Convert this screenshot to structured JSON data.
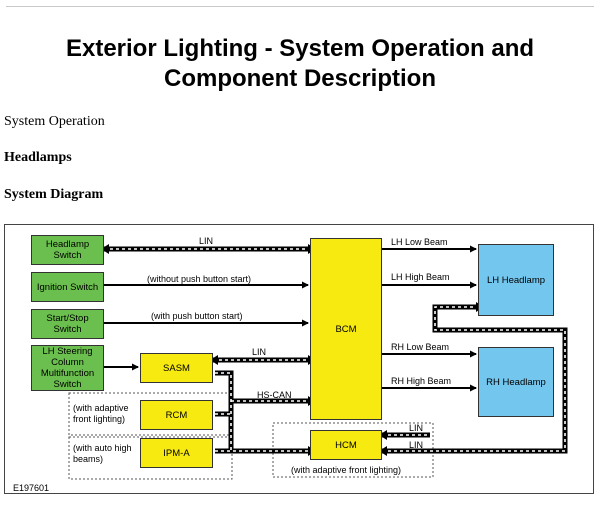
{
  "document": {
    "title_line1": "Exterior Lighting - System Operation and",
    "title_line2": "Component Description",
    "section": "System Operation",
    "subsection": "Headlamps",
    "diagram_heading": "System Diagram"
  },
  "diagram": {
    "components": {
      "headlamp_switch": "Headlamp Switch",
      "ignition_switch": "Ignition Switch",
      "start_stop_switch": "Start/Stop Switch",
      "lh_steering": "LH Steering Column Multifunction Switch",
      "sasm": "SASM",
      "rcm": "RCM",
      "ipma": "IPM-A",
      "bcm": "BCM",
      "hcm": "HCM",
      "lh_headlamp": "LH Headlamp",
      "rh_headlamp": "RH Headlamp"
    },
    "labels": {
      "lin_top": "LIN",
      "without_push": "(without push button start)",
      "with_push": "(with push button start)",
      "lin_sasm": "LIN",
      "hs_can": "HS-CAN",
      "lh_low": "LH Low Beam",
      "lh_high": "LH High Beam",
      "rh_low": "RH Low Beam",
      "rh_high": "RH High Beam",
      "lin_hcm_1": "LIN",
      "lin_hcm_2": "LIN",
      "with_adaptive": "(with adaptive front lighting)",
      "with_auto_high": "(with auto high beams)",
      "with_adaptive_bottom": "(with adaptive front lighting)",
      "figure_id": "E197601"
    }
  }
}
